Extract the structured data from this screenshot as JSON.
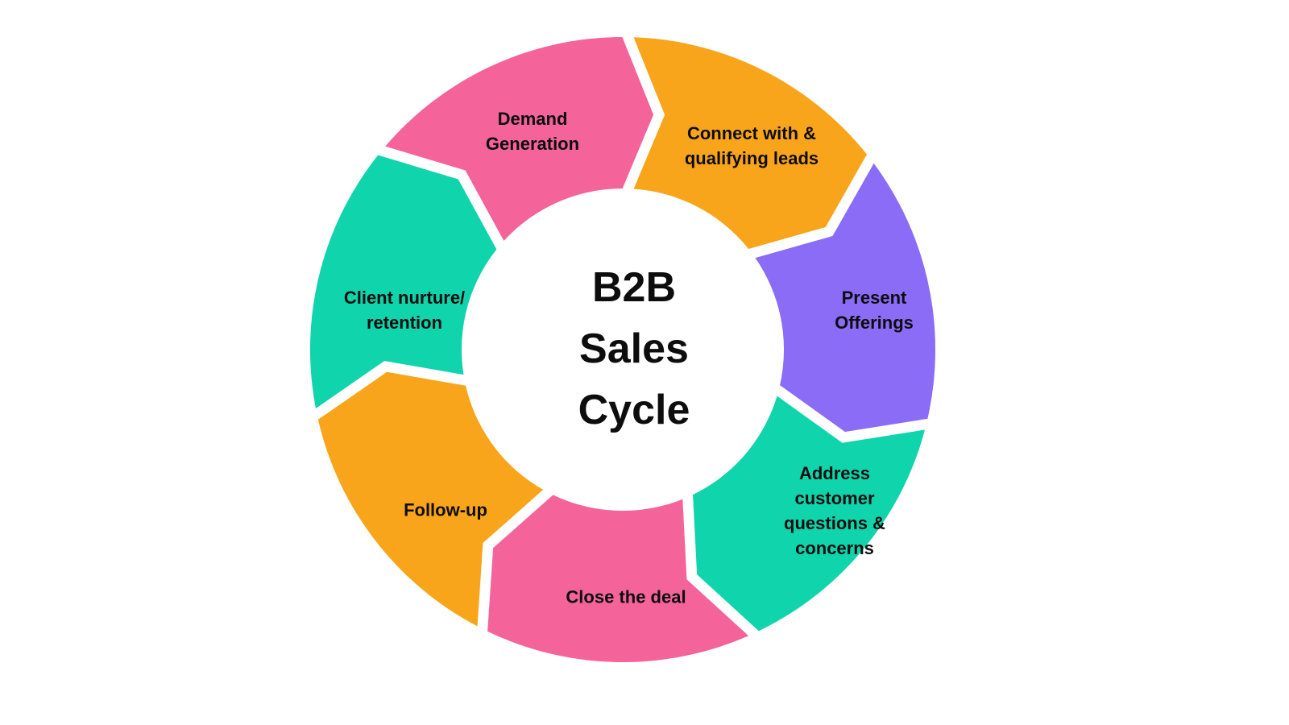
{
  "title": "B2B\nSales\nCycle",
  "diagram": {
    "background_color": "#ffffff",
    "label_color": "#0d0d0d",
    "divider_color": "#ffffff",
    "flow": "clockwise",
    "segments": [
      {
        "id": "demand-generation",
        "label": "Demand\nGeneration",
        "color": "#f4639a"
      },
      {
        "id": "connect-qualifying-leads",
        "label": "Connect with &\nqualifying leads",
        "color": "#f9a51b"
      },
      {
        "id": "present-offerings",
        "label": "Present\nOfferings",
        "color": "#8b6cf7"
      },
      {
        "id": "address-customer-questions-concerns",
        "label": "Address\ncustomer\nquestions &\nconcerns",
        "color": "#10d4ac"
      },
      {
        "id": "close-the-deal",
        "label": "Close the deal",
        "color": "#f4639a"
      },
      {
        "id": "follow-up",
        "label": "Follow-up",
        "color": "#f9a51b"
      },
      {
        "id": "client-nurture-retention",
        "label": "Client nurture/\nretention",
        "color": "#10d4ac"
      }
    ]
  }
}
